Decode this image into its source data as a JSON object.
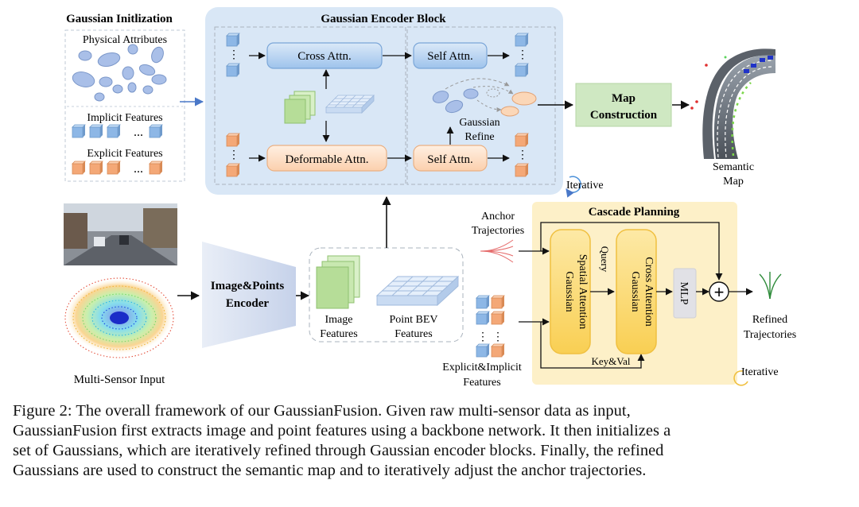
{
  "init": {
    "title": "Gaussian Initlization",
    "physical": "Physical Attributes",
    "implicit": "Implicit Features",
    "explicit": "Explicit Features",
    "dots": "..."
  },
  "encoder": {
    "title": "Gaussian Encoder Block",
    "cross_attn": "Cross Attn.",
    "self_attn_top": "Self Attn.",
    "deform_attn": "Deformable Attn.",
    "self_attn_bottom": "Self Attn.",
    "refine_line1": "Gaussian",
    "refine_line2": "Refine",
    "iterative": "Iterative"
  },
  "map": {
    "box_line1": "Map",
    "box_line2": "Construction",
    "out_line1": "Semantic",
    "out_line2": "Map"
  },
  "sensor": {
    "label": "Multi-Sensor Input",
    "encoder_line1": "Image&Points",
    "encoder_line2": "Encoder"
  },
  "features": {
    "image_line1": "Image",
    "image_line2": "Features",
    "bev_line1": "Point BEV",
    "bev_line2": "Features"
  },
  "planning": {
    "title": "Cascade Planning",
    "anchor_line1": "Anchor",
    "anchor_line2": "Trajectories",
    "spatial_line1": "Gaussian",
    "spatial_line2": "Spatial Attention",
    "cross_line1": "Gaussian",
    "cross_line2": "Cross Attention",
    "query": "Query",
    "keyval": "Key&Val",
    "mlp": "MLP",
    "plus": "+",
    "ei_line1": "Explicit&Implicit",
    "ei_line2": "Features",
    "refined_line1": "Refined",
    "refined_line2": "Trajectories",
    "iterative": "Iterative"
  },
  "caption": {
    "line1": "Figure 2:  The overall framework of our GaussianFusion.  Given raw multi-sensor data as input,",
    "line2": "GaussianFusion first extracts image and point features using a backbone network. It then initializes a",
    "line3": "set of Gaussians, which are iteratively refined through Gaussian encoder blocks. Finally, the refined",
    "line4": "Gaussians are used to construct the semantic map and to iteratively adjust the anchor trajectories."
  }
}
